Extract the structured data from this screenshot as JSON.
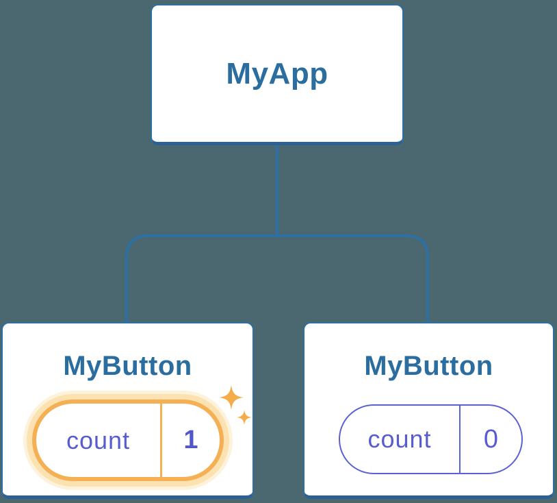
{
  "diagram": {
    "background_color": "#4B6870",
    "root": {
      "label": "MyApp"
    },
    "children": [
      {
        "label": "MyButton",
        "state_key": "count",
        "state_value": "1",
        "highlighted": true
      },
      {
        "label": "MyButton",
        "state_key": "count",
        "state_value": "0",
        "highlighted": false
      }
    ]
  },
  "colors": {
    "card_background": "#FFFFFF",
    "card_border": "#2E6FA4",
    "title_text": "#2B6D9E",
    "connector_line": "#2E6FA4",
    "state_purple": "#5C61D2",
    "highlight_orange": "#F5AF54",
    "highlight_glow": "#FBE2B0",
    "sparkle_orange": "#F5AC4B"
  }
}
